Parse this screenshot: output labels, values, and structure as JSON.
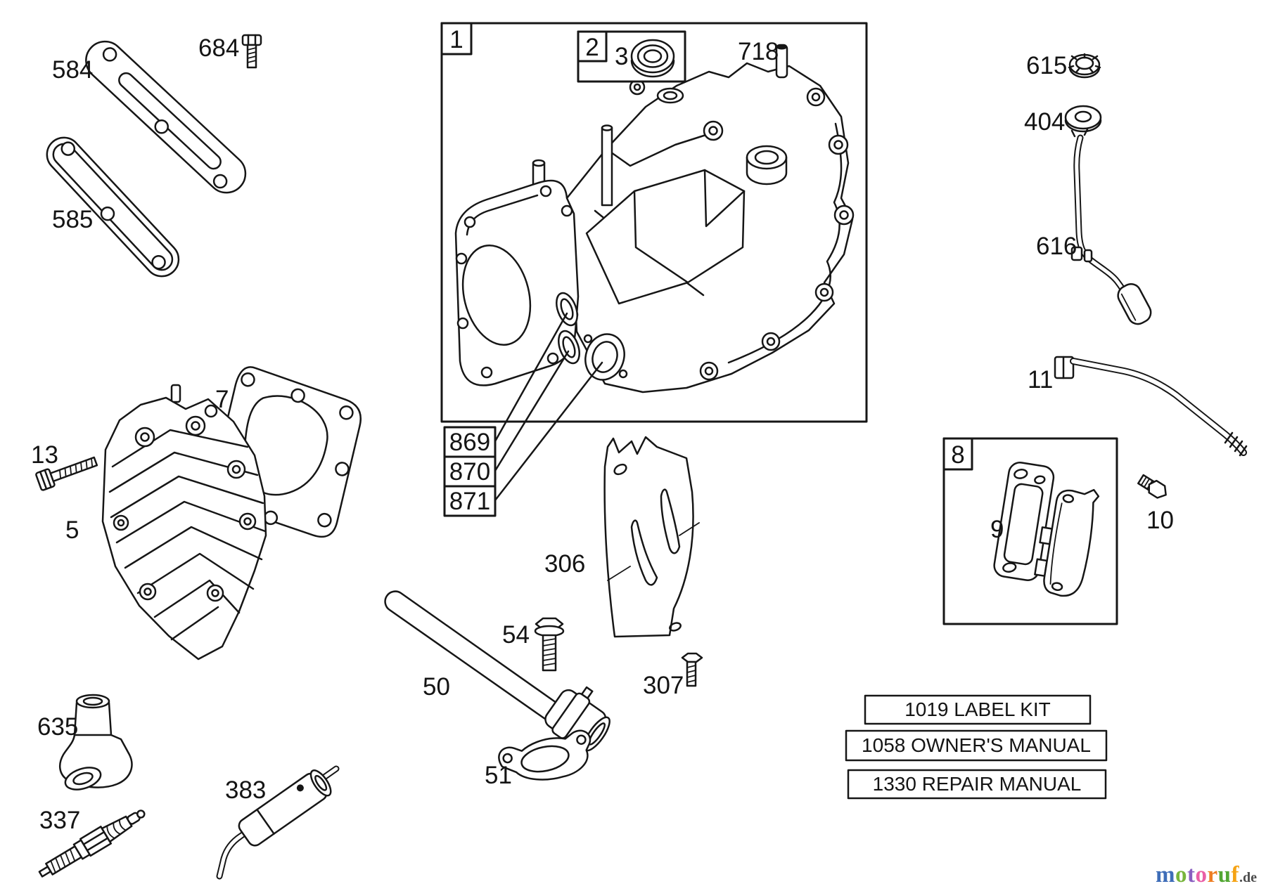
{
  "page": {
    "background": "#ffffff",
    "ink": "#161616"
  },
  "callouts": {
    "584": "584",
    "684": "684",
    "585": "585",
    "7": "7",
    "13": "13",
    "5": "5",
    "635": "635",
    "337": "337",
    "383": "383",
    "3": "3",
    "718": "718",
    "306": "306",
    "54": "54",
    "307": "307",
    "50": "50",
    "51": "51",
    "615": "615",
    "404": "404",
    "616": "616",
    "11": "11",
    "9": "9",
    "10": "10"
  },
  "boxed_callouts": {
    "1": "1",
    "2": "2",
    "8": "8",
    "869": "869",
    "870": "870",
    "871": "871"
  },
  "kit_rows": [
    {
      "text": "1019 LABEL KIT"
    },
    {
      "text": "1058 OWNER'S MANUAL"
    },
    {
      "text": "1330 REPAIR MANUAL"
    }
  ],
  "watermark": {
    "letters": [
      {
        "ch": "m",
        "color": "#3e6db8"
      },
      {
        "ch": "o",
        "color": "#78b53c"
      },
      {
        "ch": "t",
        "color": "#8a5fc0"
      },
      {
        "ch": "o",
        "color": "#ea5fa6"
      },
      {
        "ch": "r",
        "color": "#ee7e23"
      },
      {
        "ch": "u",
        "color": "#53a733"
      },
      {
        "ch": "f",
        "color": "#f5a315"
      }
    ],
    "tld": {
      "text": ".de",
      "color": "#4c4c4c"
    }
  }
}
